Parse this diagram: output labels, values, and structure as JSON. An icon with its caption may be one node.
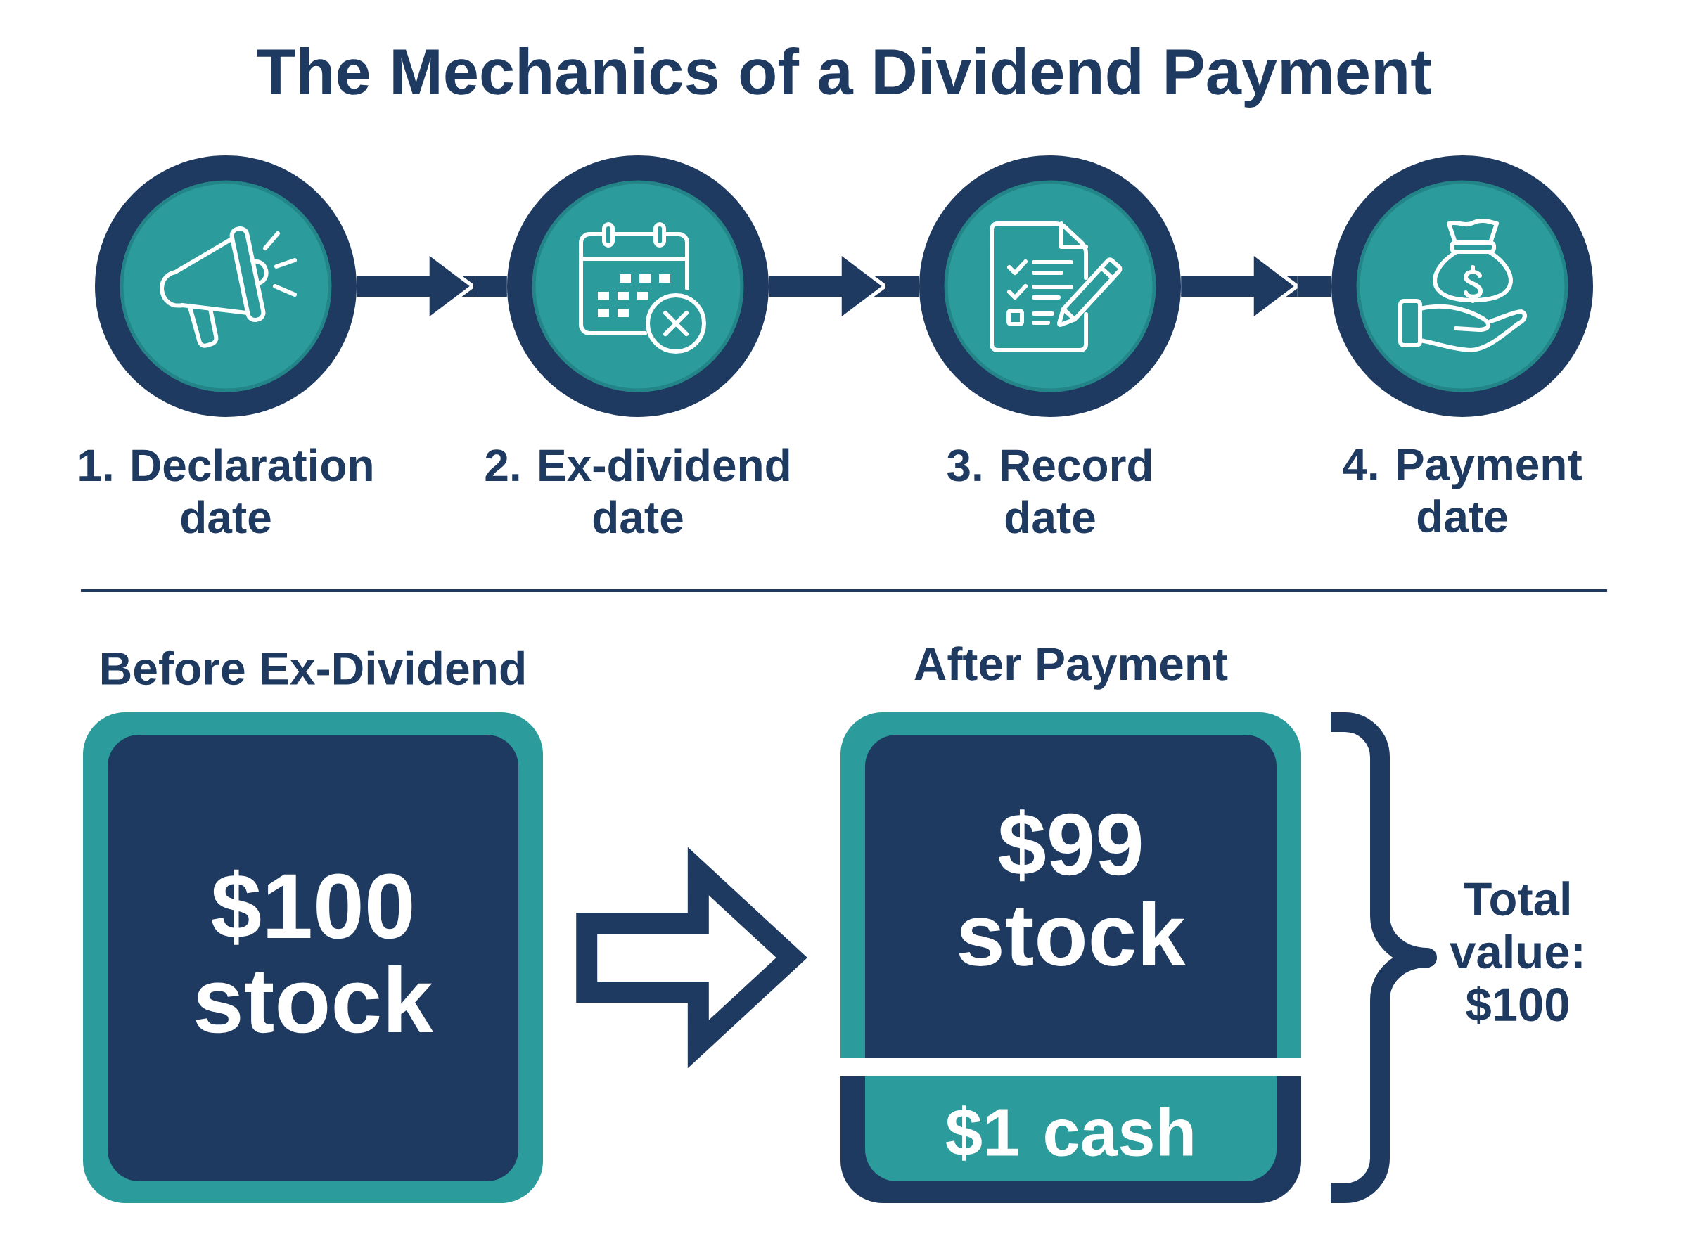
{
  "diagram": {
    "title": "The Mechanics of a Dividend Payment",
    "nodes": [
      {
        "text": [
          "1. Declaration date"
        ]
      },
      {
        "text": [
          "2. Ex-dividend date"
        ]
      },
      {
        "text": [
          "3. Record date"
        ]
      },
      {
        "text": [
          "4. Payment date"
        ]
      },
      {
        "text": [
          "Before Ex-Dividend",
          "$100 stock"
        ]
      },
      {
        "text": [
          "After Payment",
          "$99 stock"
        ]
      },
      {
        "text": [
          "$1 cash"
        ]
      }
    ],
    "edges": [
      {
        "from": 0,
        "to": 1,
        "arrow": "to"
      },
      {
        "from": 1,
        "to": 2,
        "arrow": "to"
      },
      {
        "from": 2,
        "to": 3,
        "arrow": "to"
      },
      {
        "from": 4,
        "to": 5,
        "arrow": "to"
      }
    ],
    "labels": [
      "Total value: $100"
    ]
  }
}
